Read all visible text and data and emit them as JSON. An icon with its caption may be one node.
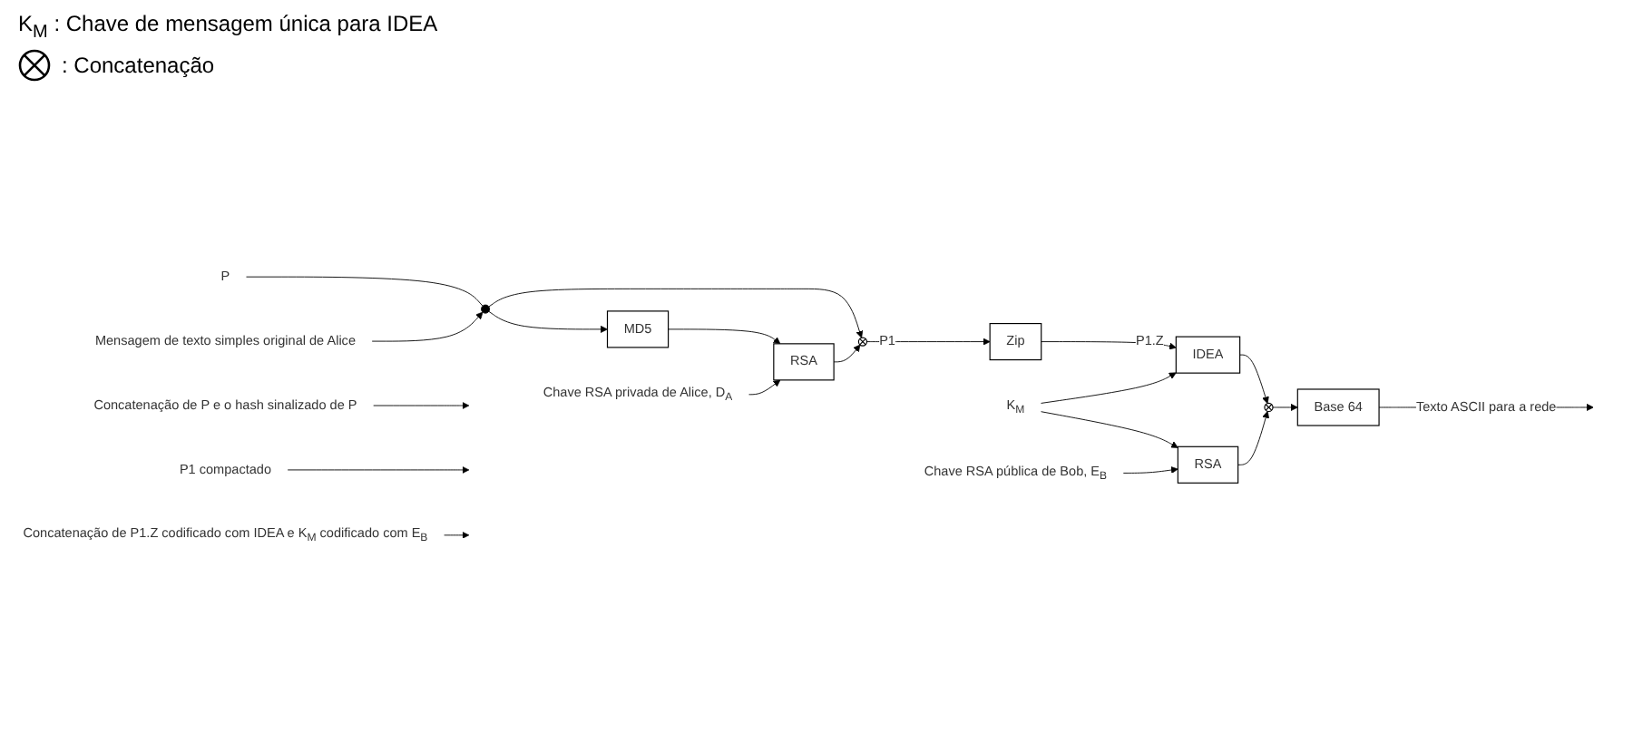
{
  "diagram": {
    "nodes": [
      {
        "text": [
          "P"
        ]
      },
      {
        "text": [],
        "shape": "dot"
      },
      {
        "text": [
          "MD5"
        ]
      },
      {
        "text": [
          "RSA"
        ]
      },
      {
        "text": [],
        "shape": "circle"
      },
      {
        "text": [
          "Zip"
        ]
      },
      {
        "text": [
          "IDEA"
        ]
      },
      {
        "text": [
          "K$_{M}$"
        ]
      },
      {
        "text": [
          "RSA"
        ]
      },
      {
        "text": [
          "Chave RSA pública de Bob, E$_{B}$"
        ]
      },
      {
        "text": [],
        "shape": "circle"
      },
      {
        "text": [
          "Base 64"
        ]
      },
      {
        "text": [
          "Chave RSA privada de Alice, D$_{A}$"
        ]
      },
      {
        "text": [
          "Mensagem de texto simples original de Alice"
        ]
      },
      {
        "text": [
          "Concatenação de P e o hash sinalizado de P"
        ]
      },
      {
        "text": [
          "P1 compactado"
        ]
      },
      {
        "text": [
          "Concatenação de P1.Z codificado com IDEA e K$_{M}$ codificado com E$_{B}$"
        ]
      }
    ],
    "edges": [
      {
        "from": 0,
        "to": 1,
        "arrow": "none"
      },
      {
        "from": 1,
        "to": 2,
        "arrow": "to"
      },
      {
        "from": 1,
        "to": 4,
        "arrow": "to"
      },
      {
        "from": 2,
        "to": 3,
        "arrow": "to"
      },
      {
        "from": 12,
        "to": 3,
        "arrow": "to"
      },
      {
        "from": 3,
        "to": 4,
        "arrow": "to"
      },
      {
        "from": 4,
        "to": 5,
        "arrow": "to",
        "label": "P1"
      },
      {
        "from": 5,
        "to": 6,
        "arrow": "to",
        "label": "P1.Z"
      },
      {
        "from": 7,
        "to": 6,
        "arrow": "to"
      },
      {
        "from": 7,
        "to": 8,
        "arrow": "to"
      },
      {
        "from": 9,
        "to": 8,
        "arrow": "to"
      },
      {
        "from": 6,
        "to": 10,
        "arrow": "to"
      },
      {
        "from": 8,
        "to": 10,
        "arrow": "to"
      },
      {
        "from": 10,
        "to": 11,
        "arrow": "to"
      },
      {
        "from": 11,
        "to": null,
        "arrow": "to",
        "label": "Texto ASCII para a rede"
      },
      {
        "from": 13,
        "to": 1,
        "arrow": "to"
      },
      {
        "from": 14,
        "to": null,
        "arrow": "to"
      },
      {
        "from": 15,
        "to": null,
        "arrow": "to"
      },
      {
        "from": 16,
        "to": null,
        "arrow": "to"
      }
    ],
    "labels": [
      "K$_{M}$ : Chave de mensagem única para IDEA",
      ": Concatenação"
    ]
  }
}
